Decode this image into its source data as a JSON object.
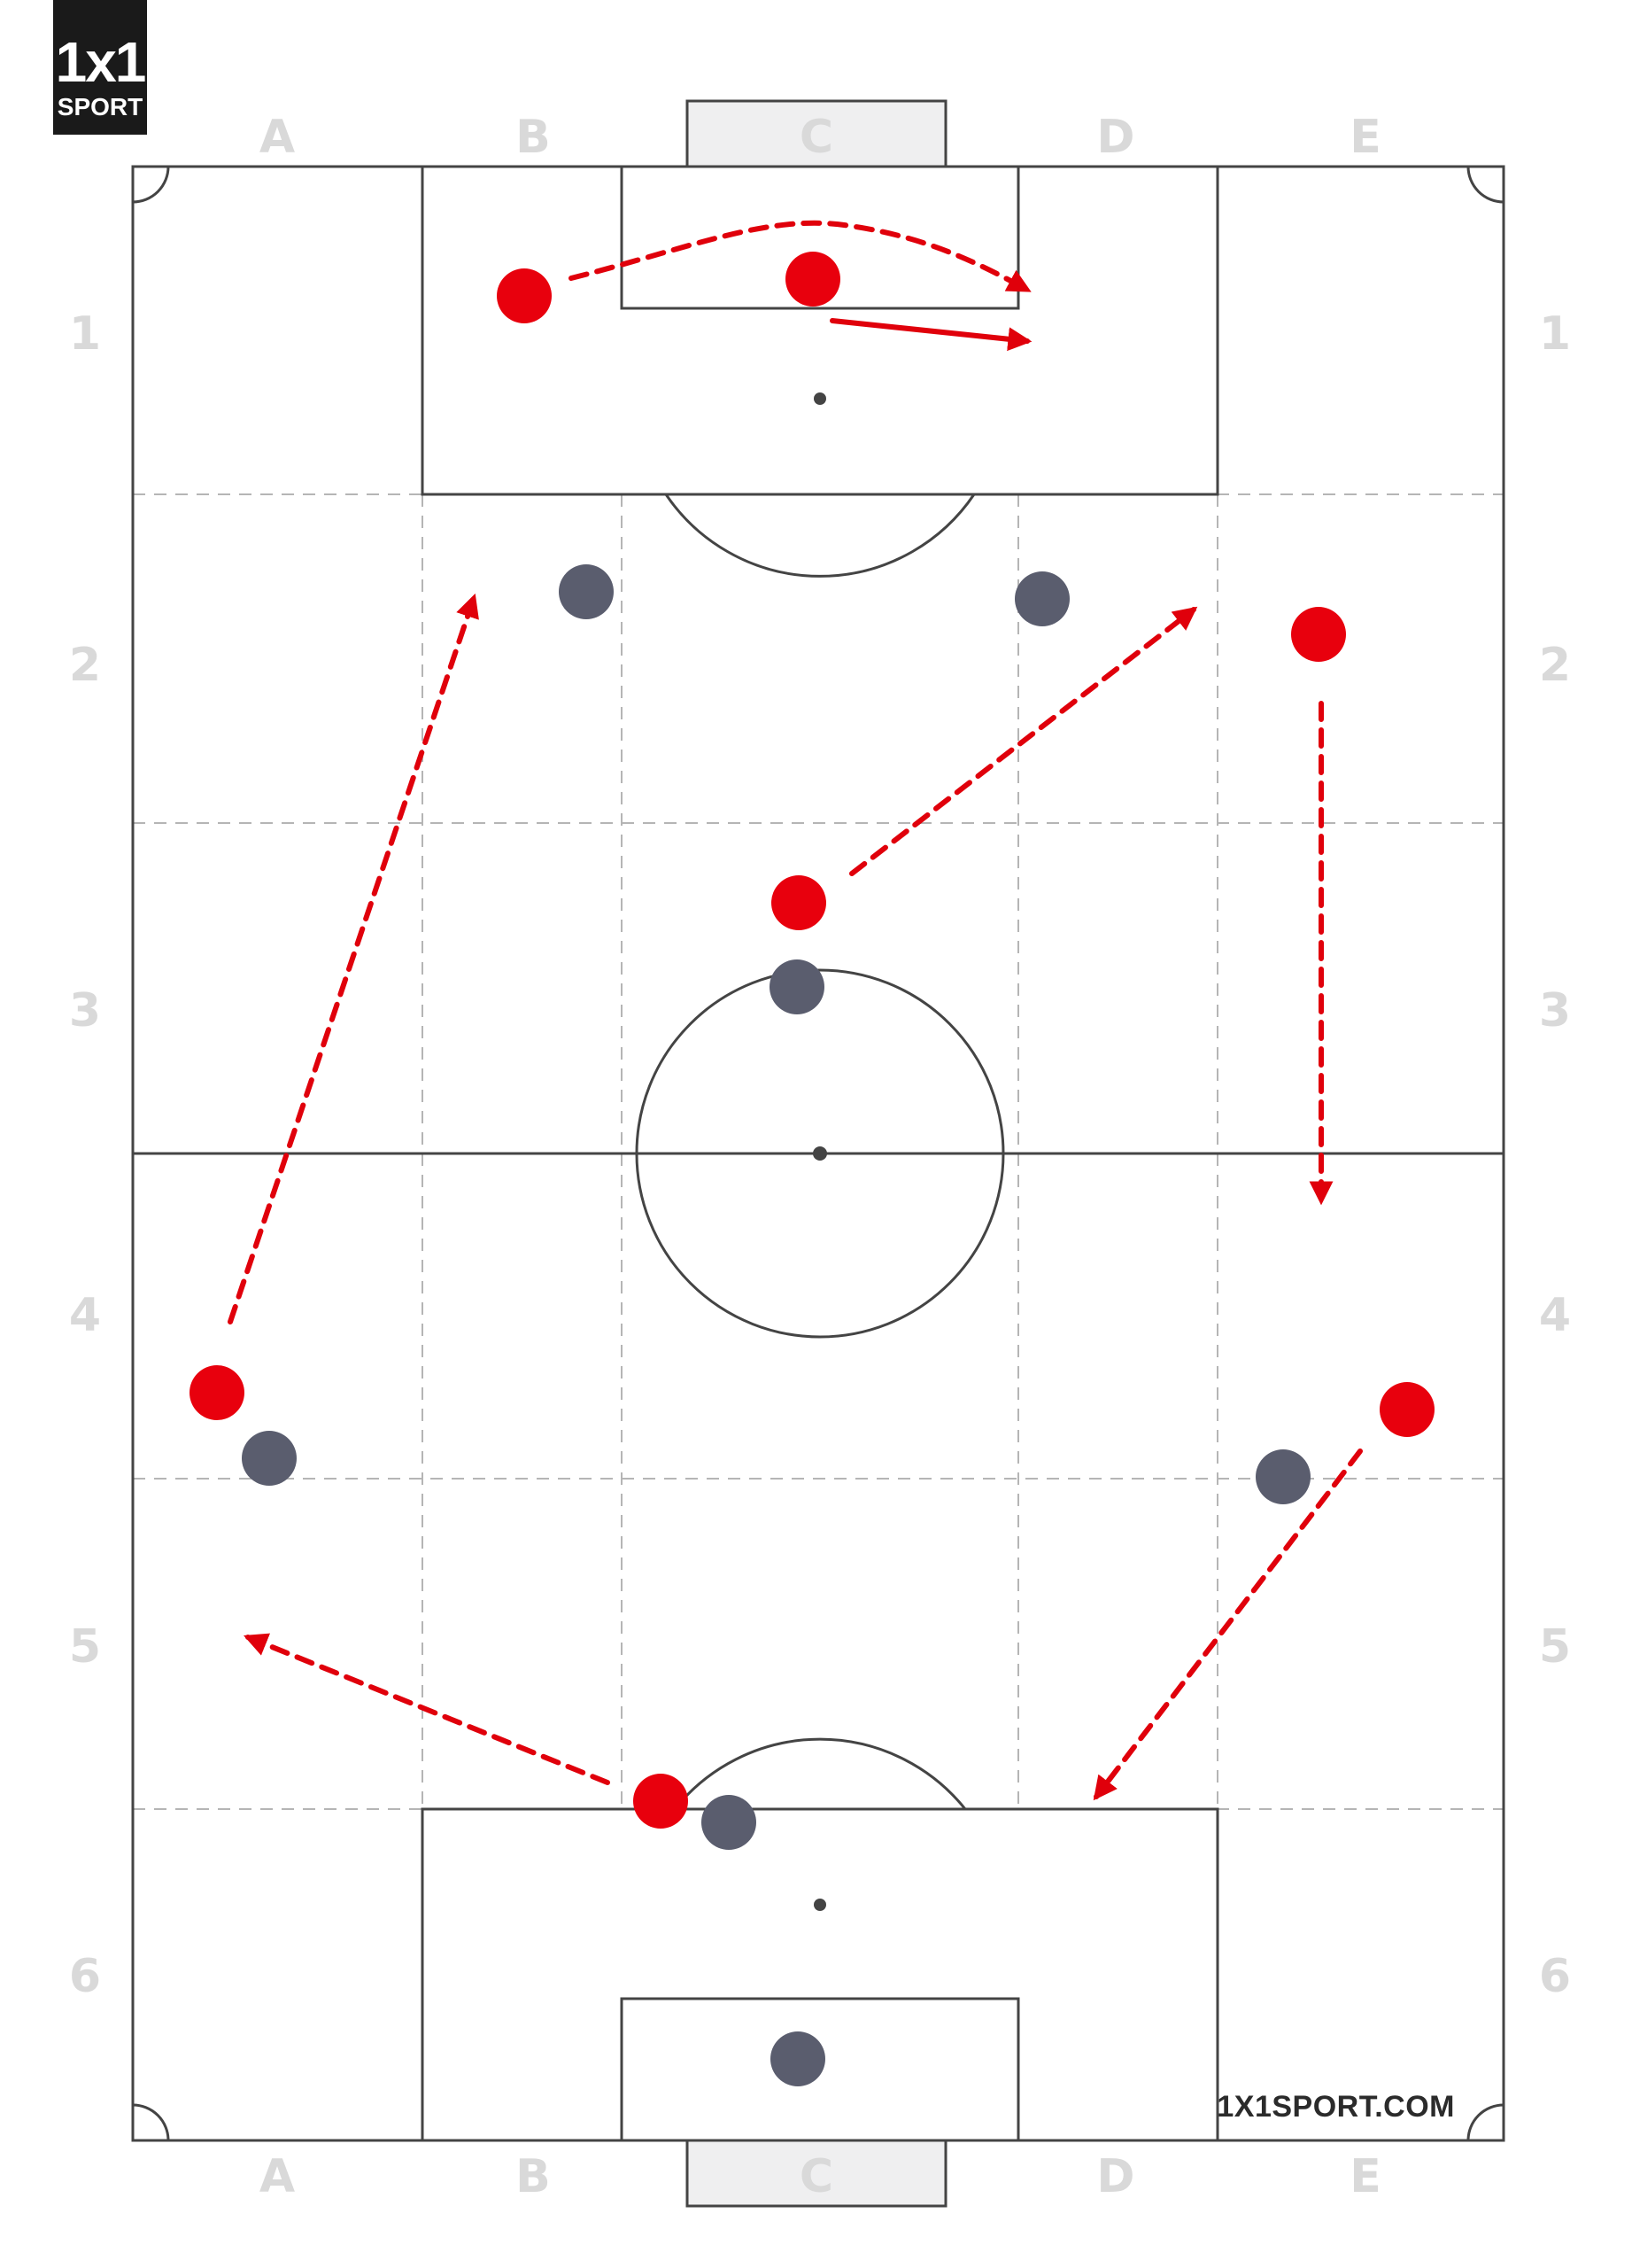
{
  "brand": {
    "logo_mark": "1x1",
    "logo_word": "SPORT",
    "site": "1X1SPORT.COM"
  },
  "columns": [
    "A",
    "B",
    "C",
    "D",
    "E"
  ],
  "rows": [
    "1",
    "2",
    "3",
    "4",
    "5",
    "6"
  ],
  "colors": {
    "attacker": "#e8000d",
    "defender": "#5a5d6e",
    "arrow": "#e0000b",
    "line": "#444444",
    "grid": "#b5b5b5"
  },
  "players": [
    {
      "team": "attacker",
      "zone": "B1"
    },
    {
      "team": "attacker",
      "zone": "C1"
    },
    {
      "team": "attacker",
      "zone": "E2"
    },
    {
      "team": "attacker",
      "zone": "C3"
    },
    {
      "team": "attacker",
      "zone": "A4"
    },
    {
      "team": "attacker",
      "zone": "E4"
    },
    {
      "team": "attacker",
      "zone": "C5"
    },
    {
      "team": "defender",
      "zone": "B2"
    },
    {
      "team": "defender",
      "zone": "D2"
    },
    {
      "team": "defender",
      "zone": "C3"
    },
    {
      "team": "defender",
      "zone": "A4"
    },
    {
      "team": "defender",
      "zone": "E4"
    },
    {
      "team": "defender",
      "zone": "C5"
    },
    {
      "team": "defender",
      "zone": "C6"
    }
  ],
  "movements": [
    {
      "style": "dashed-curve",
      "from": "B1",
      "to": "D1"
    },
    {
      "style": "solid",
      "from": "C1",
      "to": "D1"
    },
    {
      "style": "dashed",
      "from": "A4",
      "to": "B2"
    },
    {
      "style": "dashed",
      "from": "C3",
      "to": "D2"
    },
    {
      "style": "dashed",
      "from": "E2",
      "to": "E4"
    },
    {
      "style": "dashed",
      "from": "E4",
      "to": "D5"
    },
    {
      "style": "dashed",
      "from": "C5",
      "to": "A5"
    }
  ]
}
